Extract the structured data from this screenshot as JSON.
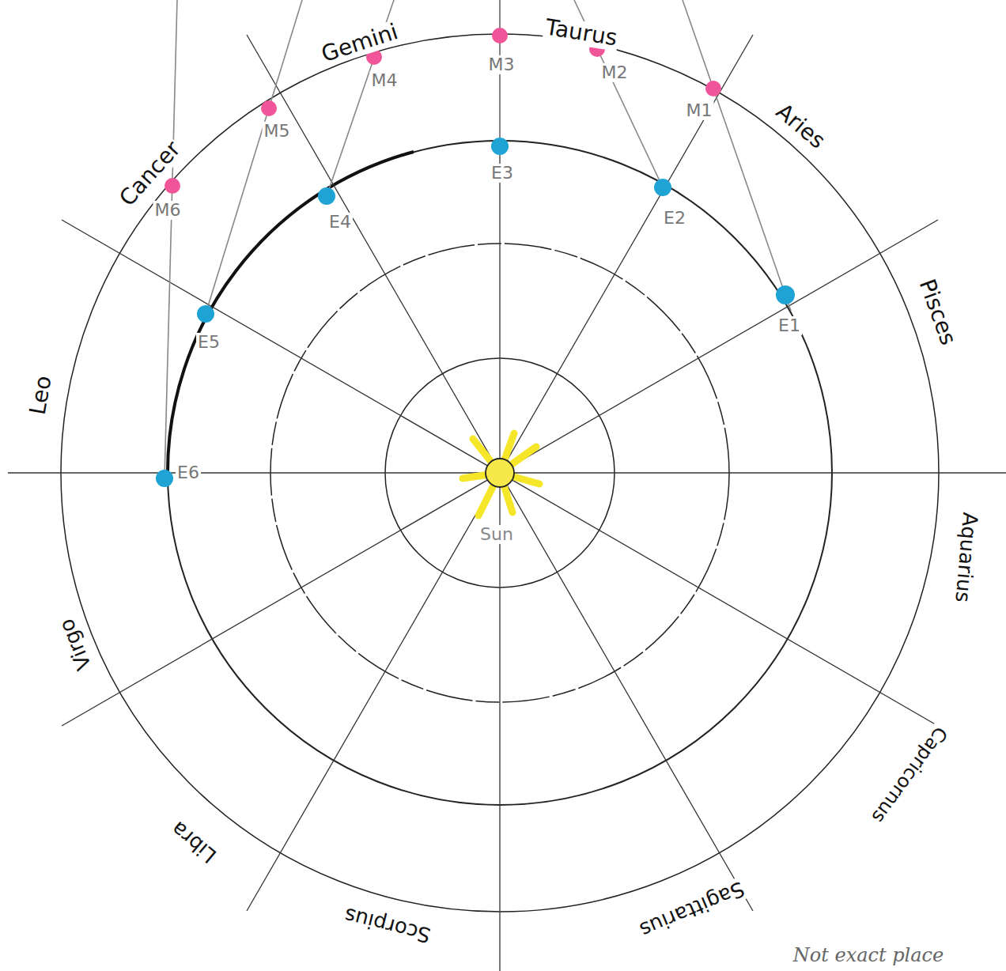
{
  "diagram": {
    "labels": [
      "Gemini",
      "Taurus",
      "M3",
      "M2",
      "M4",
      "M1",
      "M5",
      "Aries",
      "Cancer",
      "E3",
      "M6",
      "E4",
      "E2",
      "E5",
      "Pisces",
      "E1",
      "Leo",
      "E6",
      "Sun",
      "Aquarius",
      "Virgo",
      "Capricornus",
      "Libra",
      "Sagittarius",
      "Scorpius",
      "Not exact place"
    ]
  }
}
